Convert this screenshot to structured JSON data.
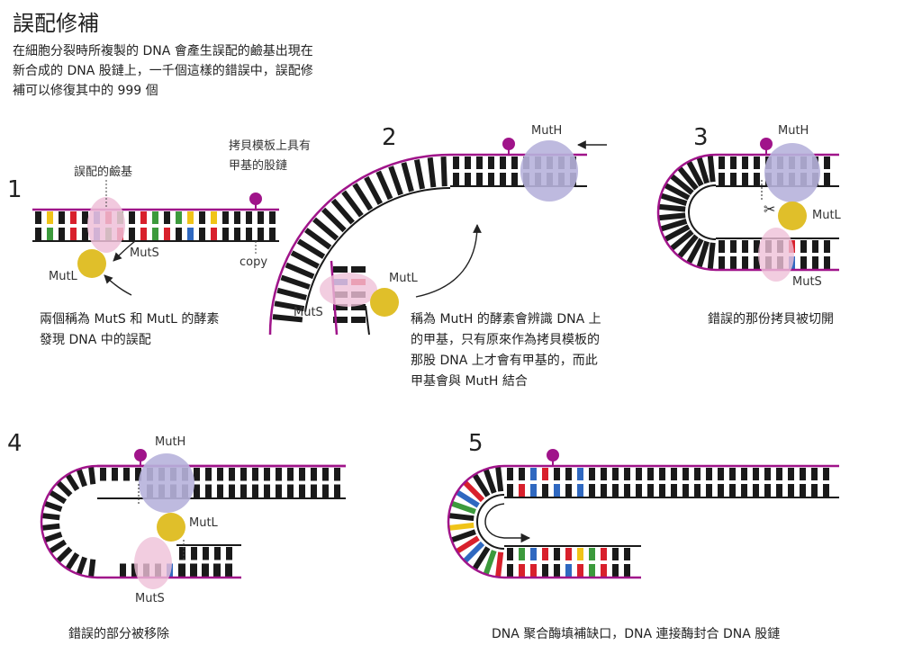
{
  "title": "誤配修補",
  "intro": "在細胞分裂時所複製的 DNA 會產生誤配的鹼基出現在新合成的 DNA 股鏈上，一千個這樣的錯誤中，誤配修補可以修復其中的 999 個",
  "colors": {
    "backbone": "#a0148a",
    "base": "#1a1a1a",
    "mutH": "#b7b2dc",
    "mutS": "#efc0d8",
    "mutL": "#e0bf2a",
    "methyl": "#a0148a",
    "red": "#d8202c",
    "green": "#3c9a3c",
    "blue": "#2f68c0",
    "yellow": "#f0c418"
  },
  "steps": [
    {
      "number": "1",
      "caption": [
        "兩個稱為 MutS 和 MutL 的酵素",
        "發現 DNA 中的誤配"
      ],
      "labels": {
        "mismatch": "誤配的鹼基",
        "methylated": [
          "拷貝模板上具有",
          "甲基的股鏈"
        ],
        "mutS": "MutS",
        "mutL": "MutL",
        "copy": "copy"
      }
    },
    {
      "number": "2",
      "caption": [
        "稱為 MutH 的酵素會辨識 DNA 上",
        "的甲基，只有原來作為拷貝模板的",
        "那股 DNA 上才會有甲基的，而此",
        "甲基會與 MutH 結合"
      ],
      "labels": {
        "mutH": "MutH",
        "mutL": "MutL",
        "mutS": "MutS"
      }
    },
    {
      "number": "3",
      "caption": [
        "錯誤的那份拷貝被切開"
      ],
      "labels": {
        "mutH": "MutH",
        "mutL": "MutL",
        "mutS": "MutS"
      }
    },
    {
      "number": "4",
      "caption": [
        "錯誤的部分被移除"
      ],
      "labels": {
        "mutH": "MutH",
        "mutL": "MutL",
        "mutS": "MutS"
      }
    },
    {
      "number": "5",
      "caption": [
        "DNA 聚合酶填補缺口，DNA 連接酶封合 DNA 股鏈"
      ]
    }
  ]
}
